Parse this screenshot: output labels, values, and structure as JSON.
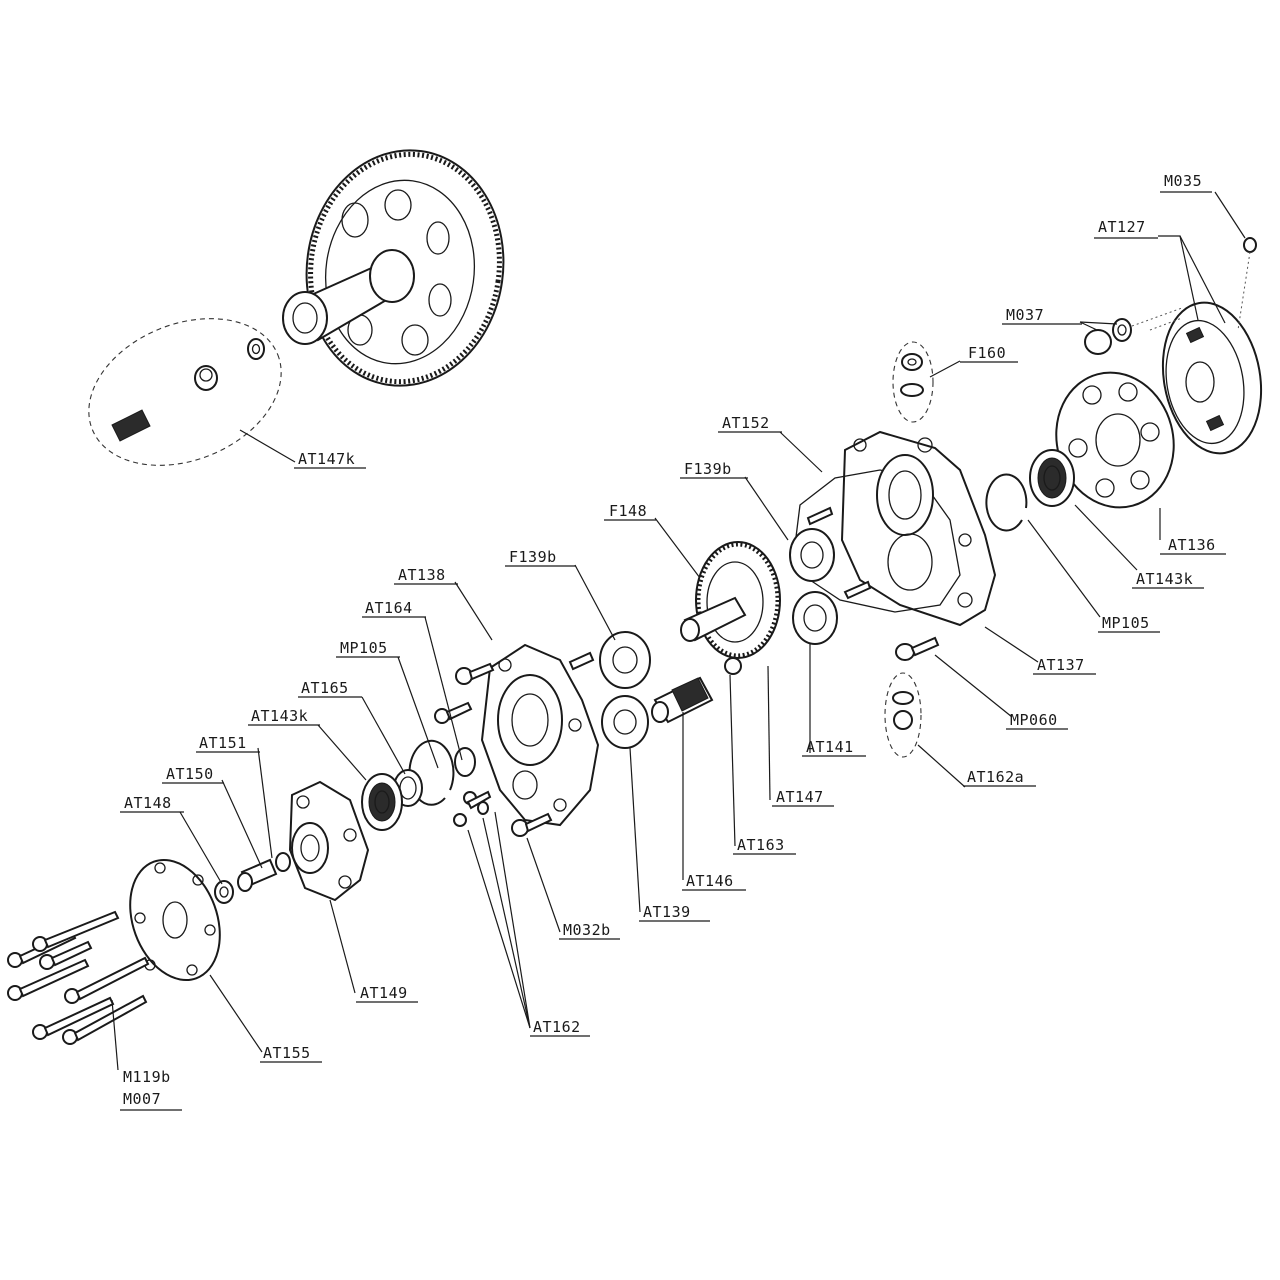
{
  "diagram": {
    "callouts": [
      {
        "id": "M035",
        "text": "M035"
      },
      {
        "id": "AT127",
        "text": "AT127"
      },
      {
        "id": "M037",
        "text": "M037"
      },
      {
        "id": "F160",
        "text": "F160"
      },
      {
        "id": "AT152",
        "text": "AT152"
      },
      {
        "id": "F139b_top",
        "text": "F139b"
      },
      {
        "id": "AT147k",
        "text": "AT147k"
      },
      {
        "id": "AT136",
        "text": "AT136"
      },
      {
        "id": "AT143k_right",
        "text": "AT143k"
      },
      {
        "id": "F148",
        "text": "F148"
      },
      {
        "id": "F139b_left",
        "text": "F139b"
      },
      {
        "id": "MP105_right",
        "text": "MP105"
      },
      {
        "id": "AT138",
        "text": "AT138"
      },
      {
        "id": "AT137",
        "text": "AT137"
      },
      {
        "id": "AT164",
        "text": "AT164"
      },
      {
        "id": "MP105_left",
        "text": "MP105"
      },
      {
        "id": "MP060",
        "text": "MP060"
      },
      {
        "id": "AT165",
        "text": "AT165"
      },
      {
        "id": "AT141",
        "text": "AT141"
      },
      {
        "id": "AT143k_left",
        "text": "AT143k"
      },
      {
        "id": "AT162a",
        "text": "AT162a"
      },
      {
        "id": "AT151",
        "text": "AT151"
      },
      {
        "id": "AT147",
        "text": "AT147"
      },
      {
        "id": "AT150",
        "text": "AT150"
      },
      {
        "id": "AT148",
        "text": "AT148"
      },
      {
        "id": "AT163",
        "text": "AT163"
      },
      {
        "id": "AT146",
        "text": "AT146"
      },
      {
        "id": "AT139",
        "text": "AT139"
      },
      {
        "id": "M032b",
        "text": "M032b"
      },
      {
        "id": "AT149",
        "text": "AT149"
      },
      {
        "id": "AT162",
        "text": "AT162"
      },
      {
        "id": "AT155",
        "text": "AT155"
      },
      {
        "id": "M119b",
        "text": "M119b"
      },
      {
        "id": "M007",
        "text": "M007"
      }
    ]
  }
}
